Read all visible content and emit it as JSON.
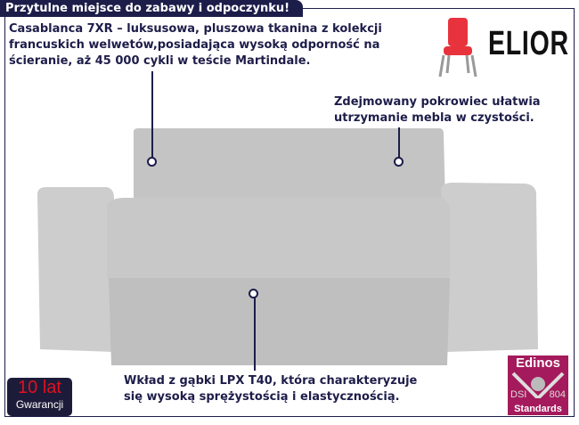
{
  "header": {
    "title": "Przytulne miejsce do zabawy i odpoczynku!"
  },
  "callouts": {
    "fabric": [
      "Casablanca 7XR – luksusowa, pluszowa tkanina z kolekcji",
      "francuskich welwetów,posiadająca wysoką odporność na",
      "ścieranie, aż 45 000 cykli w teście Martindale."
    ],
    "cover": [
      "Zdejmowany pokrowiec ułatwia",
      "utrzymanie mebla w czystości."
    ],
    "foam": [
      "Wkład z gąbki LPX T40, która charakteryzuje",
      "się wysoką sprężystością i elastycznością."
    ]
  },
  "brand": {
    "name": "ELIOR"
  },
  "warranty": {
    "years": "10 lat",
    "label": "Gwarancji"
  },
  "certificate": {
    "name": "Edinos",
    "left": "DSI",
    "right": "804",
    "bottom": "Standards"
  },
  "colors": {
    "navy": "#1d1d4a",
    "sofa": "#c9c9c9",
    "cert": "#a41a5c"
  }
}
